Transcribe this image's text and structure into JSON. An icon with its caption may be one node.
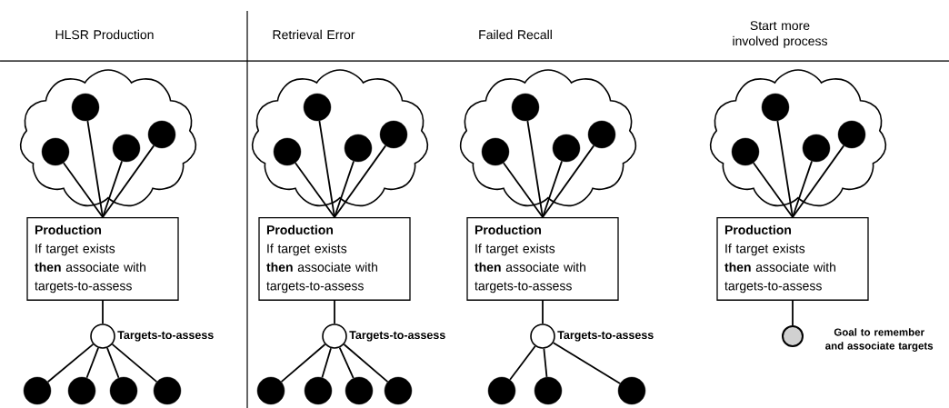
{
  "diagram": {
    "nodes": [
      {
        "text": [],
        "shape": "cloud"
      },
      {
        "text": [],
        "shape": "circle",
        "in": 0
      },
      {
        "text": [],
        "shape": "circle",
        "in": 0
      },
      {
        "text": [],
        "shape": "circle",
        "in": 0
      },
      {
        "text": [],
        "shape": "circle",
        "in": 0
      },
      {
        "text": [
          "Production",
          "If target exists **then** associate with targets-to-assess"
        ]
      },
      {
        "text": [],
        "shape": "circle",
        "beside": [
          "Targets-to-assess"
        ]
      },
      {
        "text": [],
        "shape": "circle"
      },
      {
        "text": [],
        "shape": "circle"
      },
      {
        "text": [],
        "shape": "circle"
      },
      {
        "text": [],
        "shape": "circle"
      },
      {
        "text": [],
        "shape": "cloud"
      },
      {
        "text": [],
        "shape": "circle",
        "in": 11
      },
      {
        "text": [],
        "shape": "circle",
        "in": 11
      },
      {
        "text": [],
        "shape": "circle",
        "in": 11
      },
      {
        "text": [],
        "shape": "circle",
        "in": 11
      },
      {
        "text": [
          "Production",
          "If target exists **then** associate with targets-to-assess"
        ]
      },
      {
        "text": [],
        "shape": "circle",
        "beside": [
          "Targets-to-assess"
        ]
      },
      {
        "text": [],
        "shape": "circle"
      },
      {
        "text": [],
        "shape": "circle"
      },
      {
        "text": [],
        "shape": "circle"
      },
      {
        "text": [],
        "shape": "circle"
      },
      {
        "text": [],
        "shape": "cloud"
      },
      {
        "text": [],
        "shape": "circle",
        "in": 22
      },
      {
        "text": [],
        "shape": "circle",
        "in": 22
      },
      {
        "text": [],
        "shape": "circle",
        "in": 22
      },
      {
        "text": [],
        "shape": "circle",
        "in": 22
      },
      {
        "text": [
          "Production",
          "If target exists **then** associate with targets-to-assess"
        ]
      },
      {
        "text": [],
        "shape": "circle",
        "beside": [
          "Targets-to-assess"
        ]
      },
      {
        "text": [],
        "shape": "circle"
      },
      {
        "text": [],
        "shape": "circle"
      },
      {
        "text": [],
        "shape": "circle"
      },
      {
        "text": [],
        "shape": "cloud"
      },
      {
        "text": [],
        "shape": "circle",
        "in": 32
      },
      {
        "text": [],
        "shape": "circle",
        "in": 32
      },
      {
        "text": [],
        "shape": "circle",
        "in": 32
      },
      {
        "text": [],
        "shape": "circle",
        "in": 32
      },
      {
        "text": [
          "Production",
          "If target exists **then** associate with targets-to-assess"
        ]
      },
      {
        "text": [],
        "shape": "circle",
        "beside": [
          "Goal to remember and associate targets"
        ]
      }
    ],
    "edges": [
      {
        "from": 1,
        "to": 5,
        "arrow": "none"
      },
      {
        "from": 2,
        "to": 5,
        "arrow": "none"
      },
      {
        "from": 3,
        "to": 5,
        "arrow": "none"
      },
      {
        "from": 4,
        "to": 5,
        "arrow": "none"
      },
      {
        "from": 5,
        "to": 6,
        "arrow": "none"
      },
      {
        "from": 6,
        "to": 7,
        "arrow": "none"
      },
      {
        "from": 6,
        "to": 8,
        "arrow": "none"
      },
      {
        "from": 6,
        "to": 9,
        "arrow": "none"
      },
      {
        "from": 6,
        "to": 10,
        "arrow": "none"
      },
      {
        "from": 12,
        "to": 16,
        "arrow": "none"
      },
      {
        "from": 13,
        "to": 16,
        "arrow": "none"
      },
      {
        "from": 14,
        "to": 16,
        "arrow": "none"
      },
      {
        "from": 15,
        "to": 16,
        "arrow": "none"
      },
      {
        "from": 16,
        "to": 17,
        "arrow": "none"
      },
      {
        "from": 17,
        "to": 18,
        "arrow": "none"
      },
      {
        "from": 17,
        "to": 19,
        "arrow": "none"
      },
      {
        "from": 17,
        "to": 20,
        "arrow": "none"
      },
      {
        "from": 17,
        "to": 21,
        "arrow": "none"
      },
      {
        "from": 23,
        "to": 27,
        "arrow": "none"
      },
      {
        "from": 24,
        "to": 27,
        "arrow": "none"
      },
      {
        "from": 25,
        "to": 27,
        "arrow": "none"
      },
      {
        "from": 26,
        "to": 27,
        "arrow": "none"
      },
      {
        "from": 27,
        "to": 28,
        "arrow": "none"
      },
      {
        "from": 28,
        "to": 29,
        "arrow": "none"
      },
      {
        "from": 28,
        "to": 30,
        "arrow": "none"
      },
      {
        "from": 28,
        "to": 31,
        "arrow": "none"
      },
      {
        "from": 33,
        "to": 37,
        "arrow": "none"
      },
      {
        "from": 34,
        "to": 37,
        "arrow": "none"
      },
      {
        "from": 35,
        "to": 37,
        "arrow": "none"
      },
      {
        "from": 36,
        "to": 37,
        "arrow": "none"
      },
      {
        "from": 37,
        "to": 38,
        "arrow": "none"
      }
    ],
    "labels": [
      "HLSR Production",
      "Retrieval Error",
      "Failed Recall",
      "Start more involved process"
    ]
  }
}
